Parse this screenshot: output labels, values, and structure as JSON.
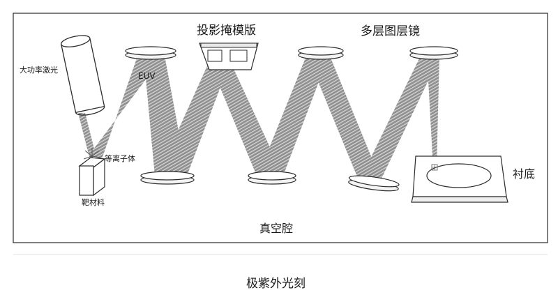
{
  "labels": {
    "high_power_laser": "大功率激光",
    "euv": "EUV",
    "plasma": "等离子体",
    "target_material": "靶材料",
    "projection_mask": "投影掩模版",
    "multilayer_mirror": "多层图层镜",
    "substrate": "衬底",
    "vacuum_chamber": "真空腔",
    "caption": "极紫外光刻"
  },
  "colors": {
    "beam": "#8c8c8c",
    "outline": "#2a2a2a",
    "mirror_fill": "#f4f4f4",
    "background": "#ffffff"
  }
}
